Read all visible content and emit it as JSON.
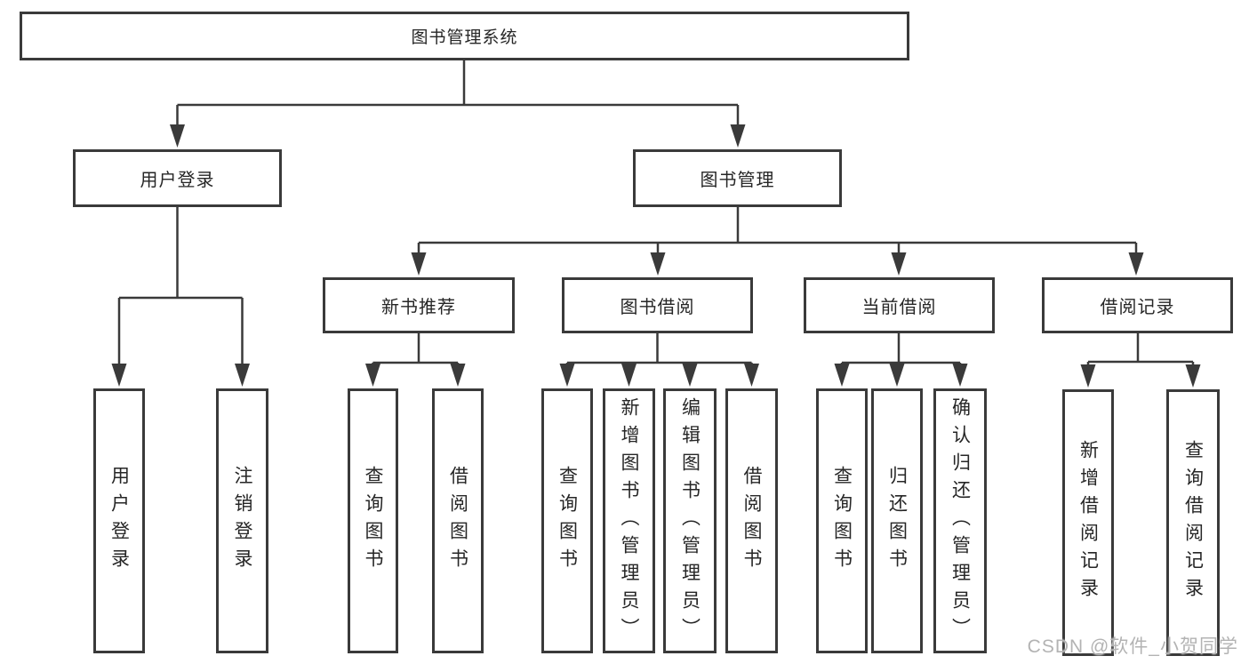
{
  "diagram": {
    "root": {
      "label": "图书管理系统"
    },
    "branches": [
      {
        "label": "用户登录",
        "children": [
          {
            "label": "用户登录"
          },
          {
            "label": "注销登录"
          }
        ]
      },
      {
        "label": "图书管理",
        "children": [
          {
            "label": "新书推荐",
            "children": [
              {
                "label": "查询图书"
              },
              {
                "label": "借阅图书"
              }
            ]
          },
          {
            "label": "图书借阅",
            "children": [
              {
                "label": "查询图书"
              },
              {
                "label": "新增图书（管理员）"
              },
              {
                "label": "编辑图书（管理员）"
              },
              {
                "label": "借阅图书"
              }
            ]
          },
          {
            "label": "当前借阅",
            "children": [
              {
                "label": "查询图书"
              },
              {
                "label": "归还图书"
              },
              {
                "label": "确认归还（管理员）"
              }
            ]
          },
          {
            "label": "借阅记录",
            "children": [
              {
                "label": "新增借阅记录"
              },
              {
                "label": "查询借阅记录"
              }
            ]
          }
        ]
      }
    ]
  },
  "watermark": {
    "text": "CSDN @软件_小贺同学"
  },
  "colors": {
    "line": "#3a3a3a",
    "text": "#262626",
    "watermark": "#b3b3b3",
    "background": "#ffffff"
  }
}
